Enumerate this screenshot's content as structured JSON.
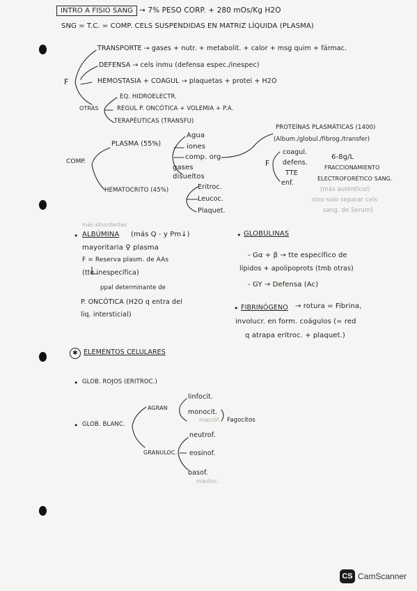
{
  "header": {
    "title": "INTRO A FISIO SANG",
    "line1_rest": "→ 7% PESO CORP. + 280 mOs/Kg H2O",
    "line2": "SNG = T.C. = COMP. CELS SUSPENDIDAS EN MATRIZ LÍQUIDA (PLASMA)"
  },
  "functions": {
    "letter": "F",
    "items": [
      "TRANSPORTE → gases + nutr. + metabolit. + calor + msg quim + fármac.",
      "DEFENSA → cels inmu (defensa espec./inespec)",
      "HEMOSTASIA + COAGUL → plaquetas + protei + H2O"
    ],
    "otras_label": "OTRAS",
    "otras_items": [
      "EQ. HIDROELECTR.",
      "REGUL P. ONCÓTICA + VOLEMIA + P.A.",
      "TERAPÉUTICAS (TRANSFU)"
    ]
  },
  "composition": {
    "label": "COMP.",
    "plasma": "PLASMA (55%)",
    "plasma_items": [
      "Agua",
      "iones",
      "comp. org",
      "gases disueltos"
    ],
    "hematocrito": "HEMATOCRITO (45%)",
    "hemato_items": [
      "Eritroc.",
      "Leucoc.",
      "Plaquet."
    ],
    "proteins": {
      "title_line1": "PROTEÍNAS PLASMÁTICAS (1400)",
      "title_line2": "(Album./globul./fibrog./transfer)",
      "f_letter": "F",
      "f_items": [
        "coagul.",
        "defens.",
        "TTE",
        "enf."
      ],
      "value": "6-8g/L",
      "fract_line1": "FRACCIONAMIENTO",
      "fract_line2": "ELECTROFORÉTICO SANG.",
      "faint_line1": "(más auténtico/)",
      "faint_line2": "sino solo separar cels",
      "faint_line3": "sang. de Serum)"
    }
  },
  "albumin": {
    "faint_header": "más abundantes",
    "title": "ALBÚMINA",
    "title_rest": "(más Q - y Pm↓)",
    "lines": [
      "mayoritaria ♀ plasma",
      "F = Reserva plasm. de AAs",
      "(tte inespecífica)",
      "ppal determinante de",
      "P. ONCÓTICA (H2O q entra del",
      "liq. intersticial)"
    ]
  },
  "globulins": {
    "title": "GLOBULINAS",
    "lines": [
      "- Gα + β → tte específico de",
      "lípidos + apolipoprots (tmb otras)",
      "- GY → Defensa (Ac)"
    ]
  },
  "fibrinogen": {
    "title": "FIBRINÓGENO",
    "lines": [
      "→ rotura = Fibrina,",
      "involucr. en form. coágulos (= red",
      "q atrapa eritroc. + plaquet.)"
    ]
  },
  "cellular": {
    "title": "ELEMENTOS CELULARES",
    "glob_rojos": "GLOB. ROJOS (ERITROC.)",
    "glob_blanc": "GLOB. BLANC.",
    "agran": "AGRAN",
    "agran_items": [
      "linfocit.",
      "monocit.",
      "macróf."
    ],
    "fagocitos": "Fagocitos",
    "granuloc": "GRANULOC.",
    "granuloc_items": [
      "neutrof.",
      "eosinof.",
      "basof.",
      "mastoc."
    ]
  },
  "footer": {
    "logo": "CS",
    "brand": "CamScanner"
  }
}
